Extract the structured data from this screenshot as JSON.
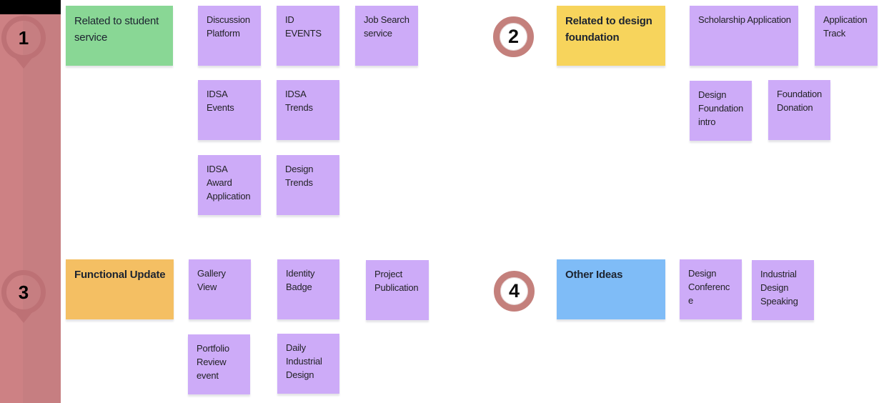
{
  "colors": {
    "note_green": "#89d795",
    "note_purple": "#cdabf8",
    "note_yellow": "#f7d45c",
    "note_orange": "#f4bf63",
    "note_blue": "#7fbcf7",
    "marker_ring": "#c4807c",
    "panel_pink": "#c67e81",
    "pin_pink": "#bd7175",
    "top_bar_black": "#000000"
  },
  "left_panel": {
    "pins": [
      {
        "number": "1"
      },
      {
        "number": "3"
      }
    ]
  },
  "markers": [
    {
      "number": "2"
    },
    {
      "number": "4"
    }
  ],
  "groups": [
    {
      "title": "Related to student service",
      "notes": [
        "Discussion Platform",
        "ID EVENTS",
        "Job Search service",
        "IDSA Events",
        "IDSA Trends",
        "IDSA Award Application",
        "Design Trends"
      ]
    },
    {
      "title": "Related to design foundation",
      "notes": [
        "Scholarship Application",
        "Application Track",
        "Design Foundation intro",
        "Foundation Donation"
      ]
    },
    {
      "title": "Functional Update",
      "notes": [
        "Gallery View",
        "Identity Badge",
        "Project Publication",
        "Portfolio Review event",
        "Daily Industrial Design"
      ]
    },
    {
      "title": "Other Ideas",
      "notes": [
        "Design Conference",
        "Industrial Design Speaking"
      ]
    }
  ]
}
